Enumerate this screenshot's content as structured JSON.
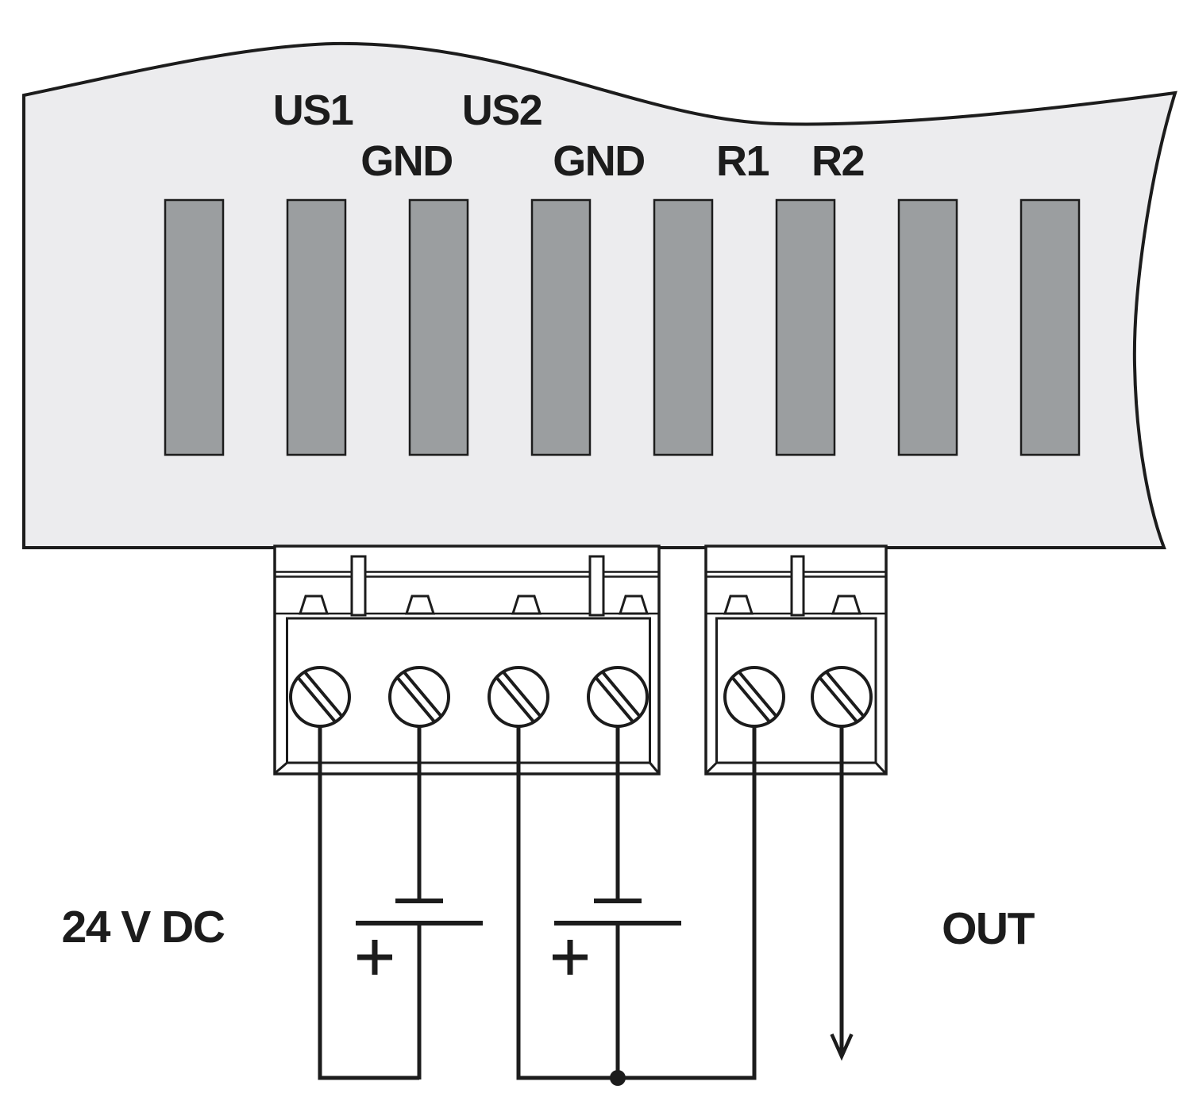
{
  "diagram": {
    "kind": "terminal-wiring-diagram",
    "description_visible_text_only": true
  },
  "terminals": [
    {
      "label": "US1"
    },
    {
      "label": "GND"
    },
    {
      "label": "US2"
    },
    {
      "label": "GND"
    },
    {
      "label": "R1"
    },
    {
      "label": "R2"
    }
  ],
  "annotations": {
    "supply_voltage": "24 V DC",
    "output": "OUT",
    "battery1_polarity": "+",
    "battery2_polarity": "+"
  },
  "structure": {
    "vent_slot_count": 8,
    "left_block_screw_count": 4,
    "right_block_screw_count": 2,
    "battery_count": 2
  },
  "colors": {
    "background": "#ffffff",
    "panel_fill": "#ececee",
    "slot_fill": "#9b9ea0",
    "line": "#1c1c1c"
  }
}
